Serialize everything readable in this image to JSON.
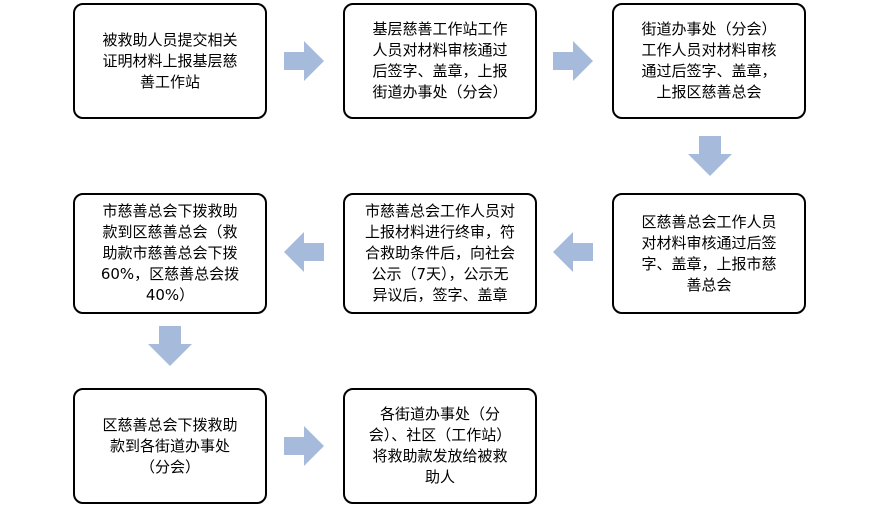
{
  "flowchart": {
    "steps": [
      {
        "id": "step-1",
        "text": "被救助人员提交相关\n证明材料上报基层慈\n善工作站"
      },
      {
        "id": "step-2",
        "text": "基层慈善工作站工作\n人员对材料审核通过\n后签字、盖章，上报\n街道办事处（分会）"
      },
      {
        "id": "step-3",
        "text": "街道办事处（分会）\n工作人员对材料审核\n通过后签字、盖章，\n上报区慈善总会"
      },
      {
        "id": "step-4",
        "text": "区慈善总会工作人员\n对材料审核通过后签\n字、盖章，上报市慈\n善总会"
      },
      {
        "id": "step-5",
        "text": "市慈善总会工作人员对\n上报材料进行终审，符\n合救助条件后，向社会\n公示（7天），公示无\n异议后，签字、盖章"
      },
      {
        "id": "step-6",
        "text": "市慈善总会下拨救助\n款到区慈善总会（救\n助款市慈善总会下拨\n60%，区慈善总会拨\n40%）"
      },
      {
        "id": "step-7",
        "text": "区慈善总会下拨救助\n款到各街道办事处\n（分会）"
      },
      {
        "id": "step-8",
        "text": "各街道办事处（分\n会）、社区（工作站）\n将救助款发放给被救\n助人"
      }
    ],
    "colors": {
      "arrow": "#a6bbdc",
      "border": "#000000",
      "background": "#ffffff"
    }
  }
}
